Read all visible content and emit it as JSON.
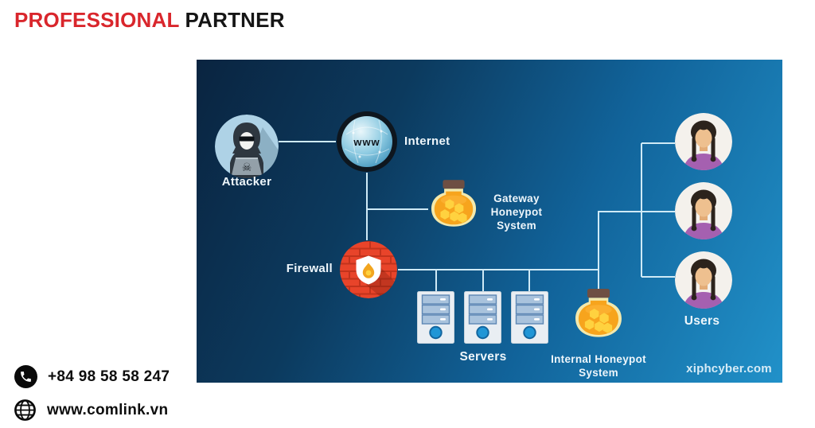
{
  "header": {
    "brand_first": "PROFESSIONAL",
    "brand_second": "PARTNER"
  },
  "diagram": {
    "attacker_label": "Attacker",
    "internet_label": "Internet",
    "globe_text": "www",
    "gateway_label_lines": [
      "Gateway",
      "Honeypot",
      "System"
    ],
    "firewall_label": "Firewall",
    "servers_label": "Servers",
    "internal_label_lines": [
      "Internal Honeypot",
      "System"
    ],
    "users_label": "Users",
    "watermark": "xiphcyber.com"
  },
  "contact": {
    "phone": "+84 98 58 58 247",
    "website": "www.comlink.vn"
  },
  "icons": {
    "skull": "☠"
  },
  "colors": {
    "brand_red": "#d9262c",
    "brand_black": "#151515",
    "panel_dark": "#0a2440",
    "panel_light": "#2191c9",
    "connector": "#cfeaf6",
    "honey_orange": "#f7a41d",
    "honey_rim": "#f3e9ac",
    "honey_hex": "#ffd23f",
    "lid_brown": "#6e4f43",
    "firewall_red": "#e8442a",
    "brick_mortar": "#c2331c",
    "flame_gold": "#f2a51f",
    "server_body": "#e9eef3",
    "server_bay": "#a9c3dd",
    "server_dot": "#2196d6",
    "avatar_shirt": "#a560b0",
    "avatar_skin": "#eec08f",
    "avatar_hair": "#2c231c",
    "attacker_bg": "#aed2e6",
    "hood_dark": "#2e3740",
    "label_white": "#eef6fb"
  }
}
